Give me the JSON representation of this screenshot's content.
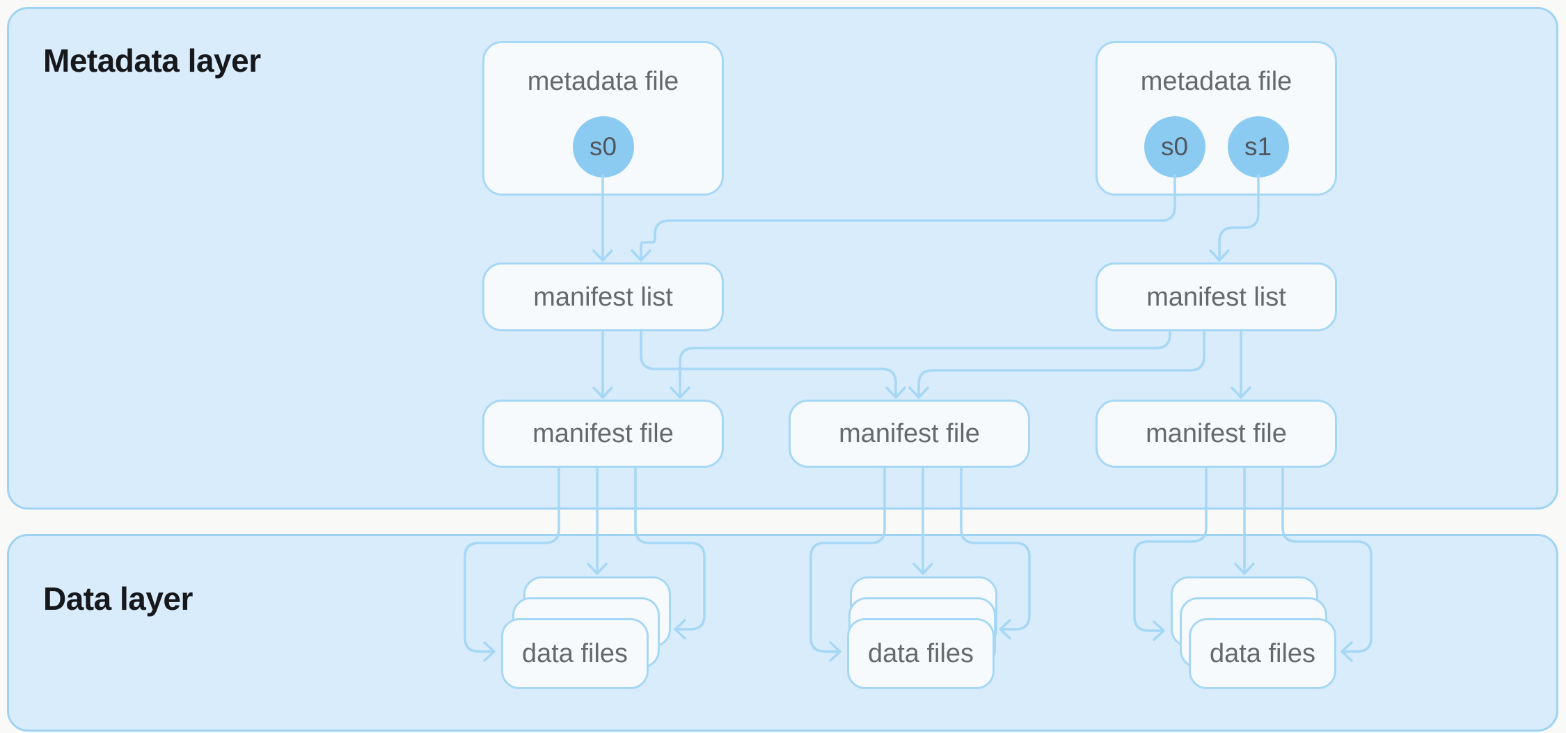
{
  "colors": {
    "page_bg": "#f9f9f8",
    "panel_fill": "#d9ecfc",
    "panel_border": "#9fd3f4",
    "node_fill": "#f6fafd",
    "node_border": "#a6d8f6",
    "connector": "#a6d8f6",
    "snapshot_fill": "#8bcbf2",
    "snapshot_text": "#51575c",
    "label_text": "#66696c",
    "title_text": "#16181c"
  },
  "layers": {
    "metadata": {
      "title": "Metadata layer"
    },
    "data": {
      "title": "Data layer"
    }
  },
  "nodes": {
    "metadata_file_left": {
      "label": "metadata file",
      "snapshots": [
        "s0"
      ]
    },
    "metadata_file_right": {
      "label": "metadata file",
      "snapshots": [
        "s0",
        "s1"
      ]
    },
    "manifest_list_left": {
      "label": "manifest list"
    },
    "manifest_list_right": {
      "label": "manifest list"
    },
    "manifest_file_left": {
      "label": "manifest file"
    },
    "manifest_file_center": {
      "label": "manifest file"
    },
    "manifest_file_right": {
      "label": "manifest file"
    },
    "data_files_left": {
      "label": "data files",
      "stack_count": 3
    },
    "data_files_center": {
      "label": "data files",
      "stack_count": 3
    },
    "data_files_right": {
      "label": "data files",
      "stack_count": 3
    }
  },
  "edges": [
    {
      "from": "metadata_file_left.s0",
      "to": "manifest_list_left"
    },
    {
      "from": "metadata_file_right.s0",
      "to": "manifest_list_left"
    },
    {
      "from": "metadata_file_right.s1",
      "to": "manifest_list_right"
    },
    {
      "from": "manifest_list_left",
      "to": "manifest_file_left"
    },
    {
      "from": "manifest_list_left",
      "to": "manifest_file_center"
    },
    {
      "from": "manifest_list_right",
      "to": "manifest_file_left"
    },
    {
      "from": "manifest_list_right",
      "to": "manifest_file_center"
    },
    {
      "from": "manifest_list_right",
      "to": "manifest_file_right"
    },
    {
      "from": "manifest_file_left",
      "to": "data_files_left",
      "count": 3
    },
    {
      "from": "manifest_file_center",
      "to": "data_files_center",
      "count": 3
    },
    {
      "from": "manifest_file_right",
      "to": "data_files_right",
      "count": 3
    }
  ]
}
